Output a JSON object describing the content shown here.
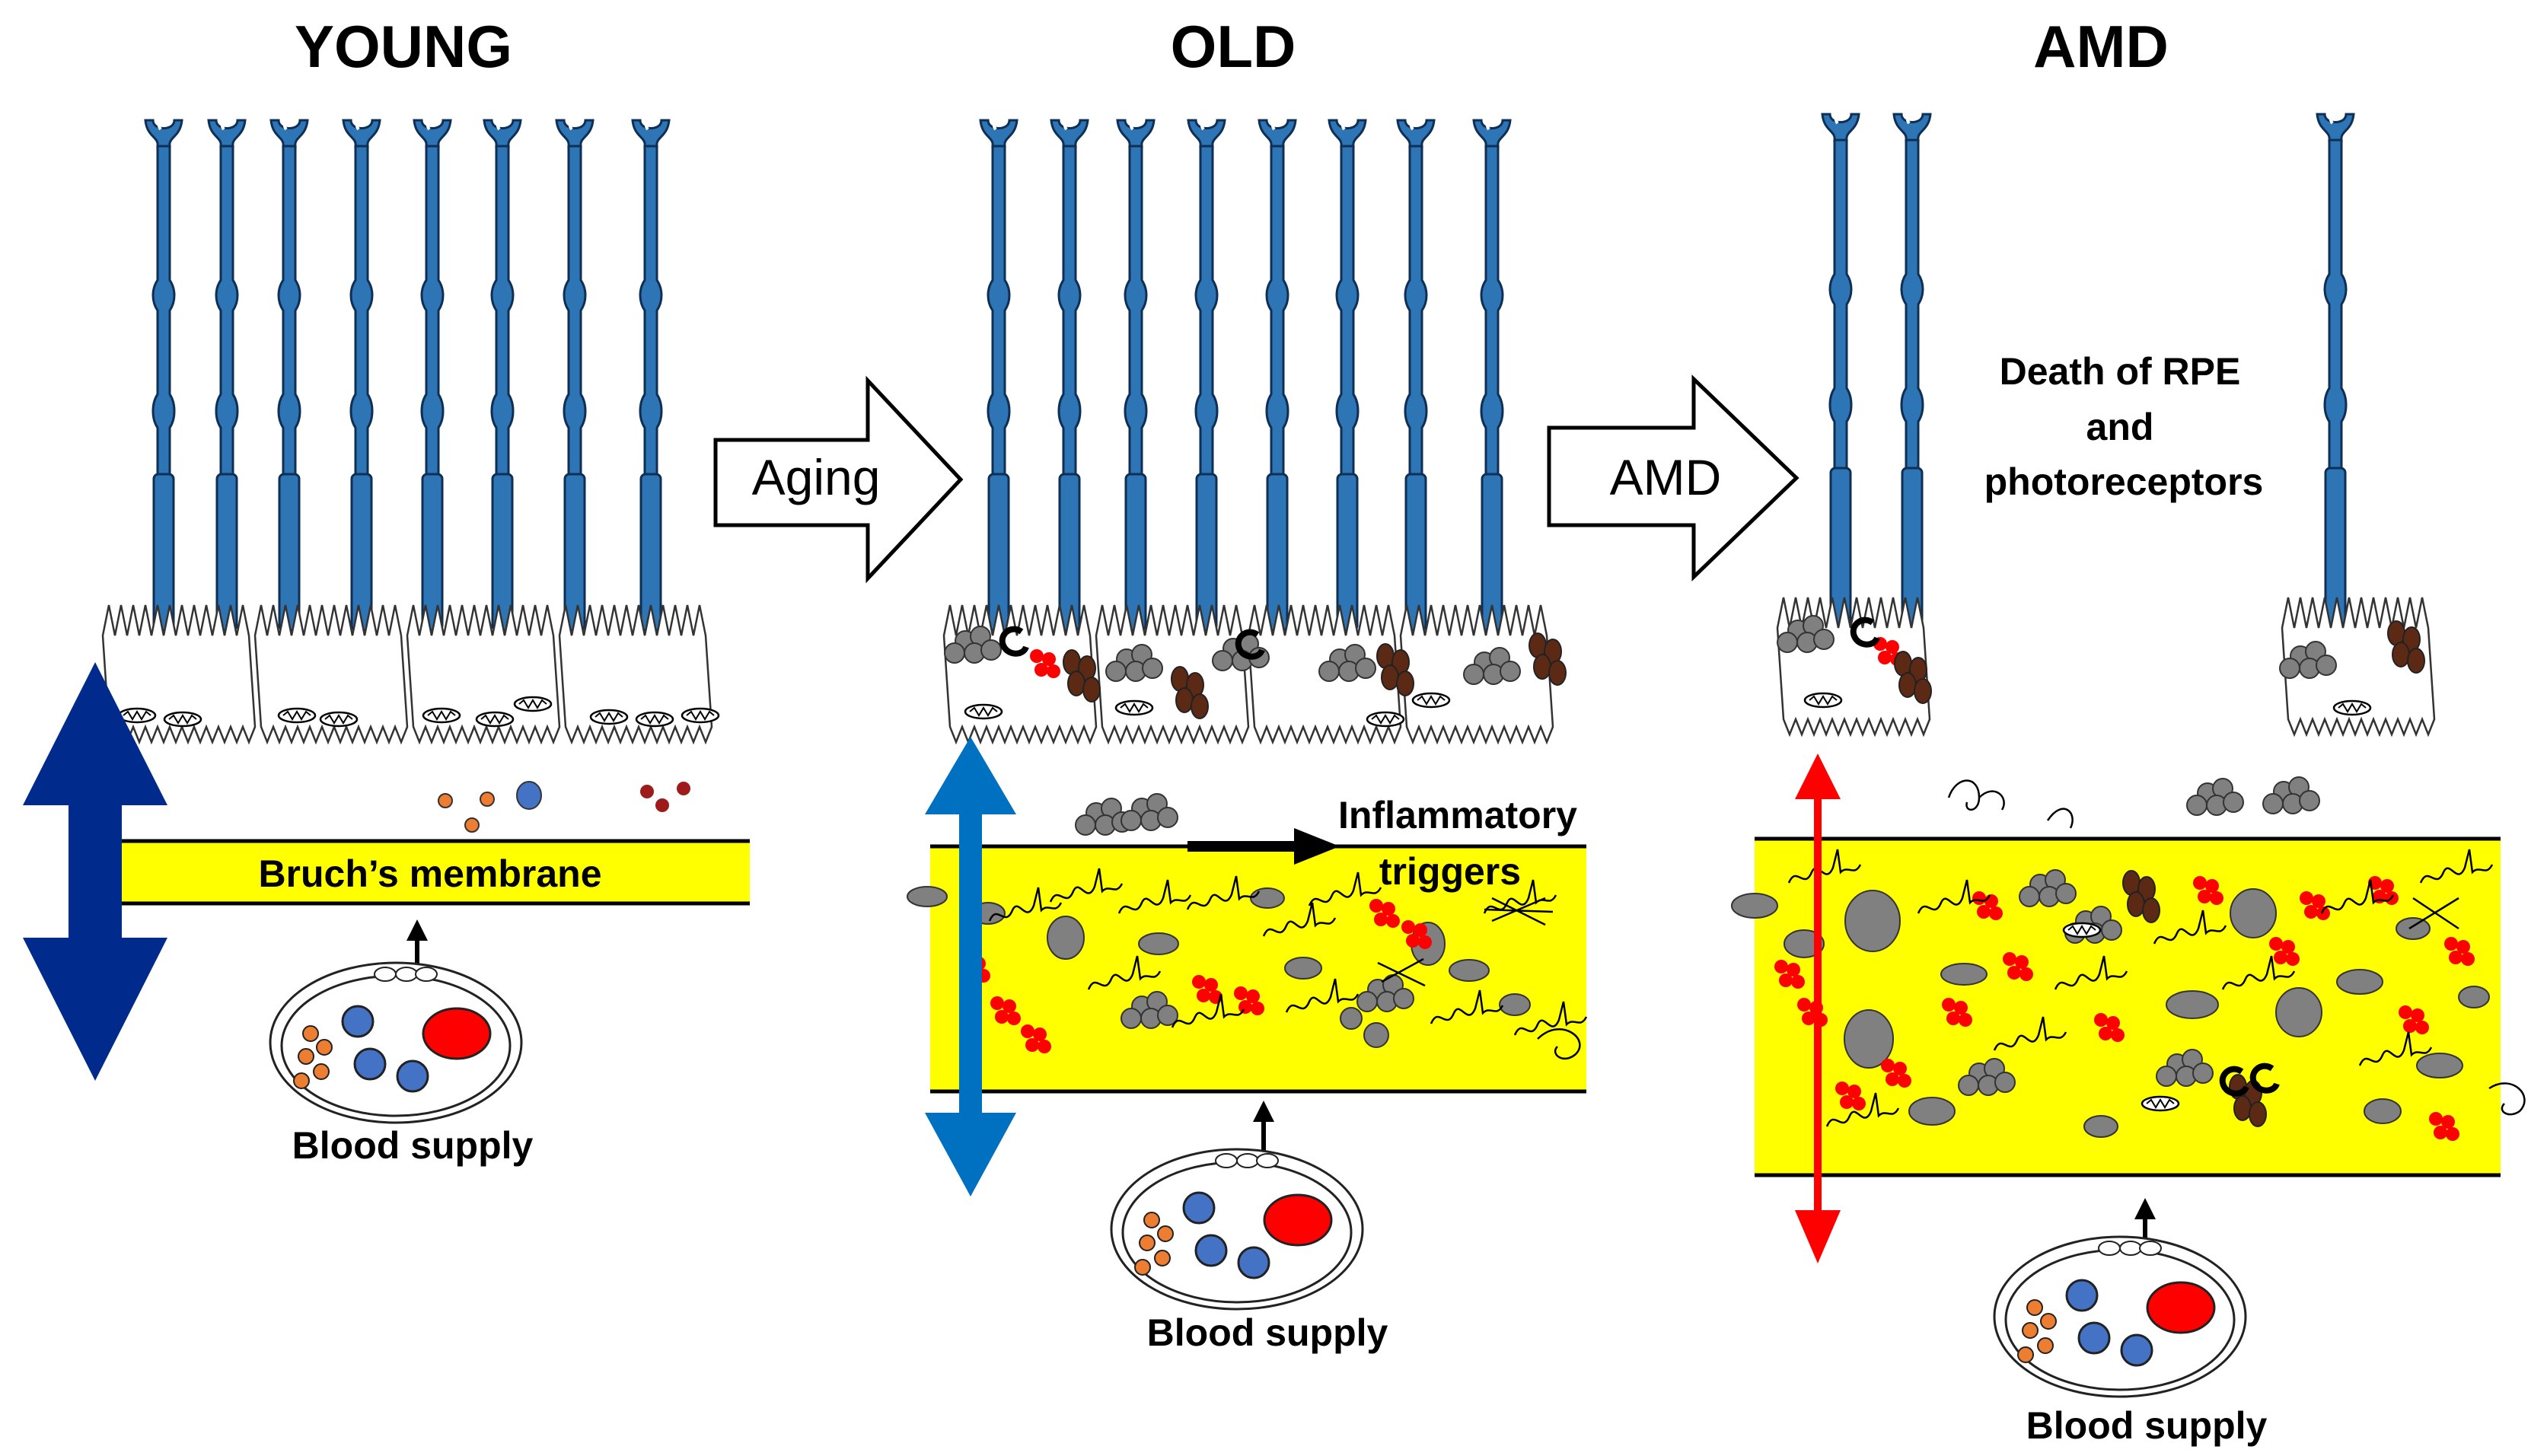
{
  "panels": {
    "young": {
      "title": "YOUNG",
      "membrane_label": "Bruch’s membrane",
      "blood_label": "Blood supply"
    },
    "old": {
      "title": "OLD",
      "triggers_label": [
        "Inflammatory",
        "triggers"
      ],
      "blood_label": "Blood supply"
    },
    "amd": {
      "title": "AMD",
      "death_label": [
        "Death of RPE",
        "and",
        "photoreceptors"
      ],
      "blood_label": "Blood supply"
    }
  },
  "transitions": {
    "aging": "Aging",
    "amd": "AMD"
  },
  "colors": {
    "photoreceptor": "#2E75B6",
    "membrane": "#FFFF00",
    "transport_young": "#002B8C",
    "transport_old": "#0070C0",
    "transport_amd": "#FF0000",
    "drusen_gray": "#808080",
    "lipid_red": "#FF0000",
    "lipofuscin_brown": "#5C2A14",
    "blood_red": "#FF0000",
    "blood_blue": "#4472C4",
    "blood_orange": "#ED7D31"
  }
}
